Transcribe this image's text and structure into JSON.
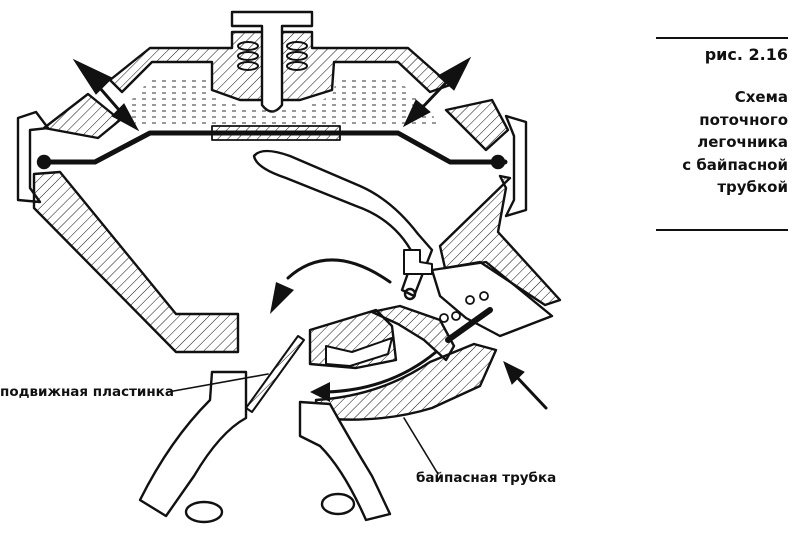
{
  "figure": {
    "number": "рис. 2.16",
    "title": "Схема\nпоточного\nлегочника\nс байпасной\nтрубкой"
  },
  "labels": {
    "movable_plate": "подвижная пластинка",
    "bypass_tube": "байпасная трубка"
  },
  "colors": {
    "ink": "#111111",
    "background": "#ffffff"
  }
}
